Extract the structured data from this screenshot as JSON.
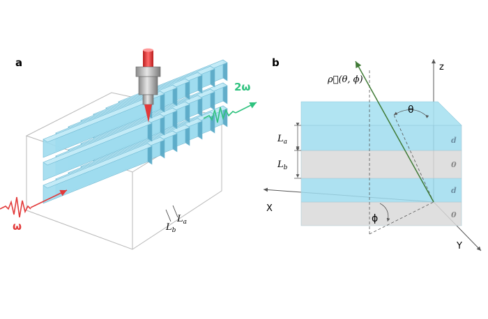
{
  "panel_a": {
    "label": "a",
    "input_freq": "ω",
    "output_freq": "2ω",
    "spacing_a": "L",
    "spacing_a_sub": "a",
    "spacing_b": "L",
    "spacing_b_sub": "b"
  },
  "panel_b": {
    "label": "b",
    "axis_z": "z",
    "axis_x": "X",
    "axis_y": "Y",
    "vector": "ρ⃗(θ, ϕ)",
    "theta": "θ",
    "phi": "ϕ",
    "La": "L",
    "La_sub": "a",
    "Lb": "L",
    "Lb_sub": "b",
    "layer_labels": [
      "d",
      "0",
      "d",
      "0"
    ]
  },
  "colors": {
    "blue_slab": "#9fdcee",
    "blue_edge": "#6fb9d3",
    "grey_slab": "#d9d9d9",
    "red_beam": "#e23a3a",
    "green_beam": "#2ec27e"
  }
}
